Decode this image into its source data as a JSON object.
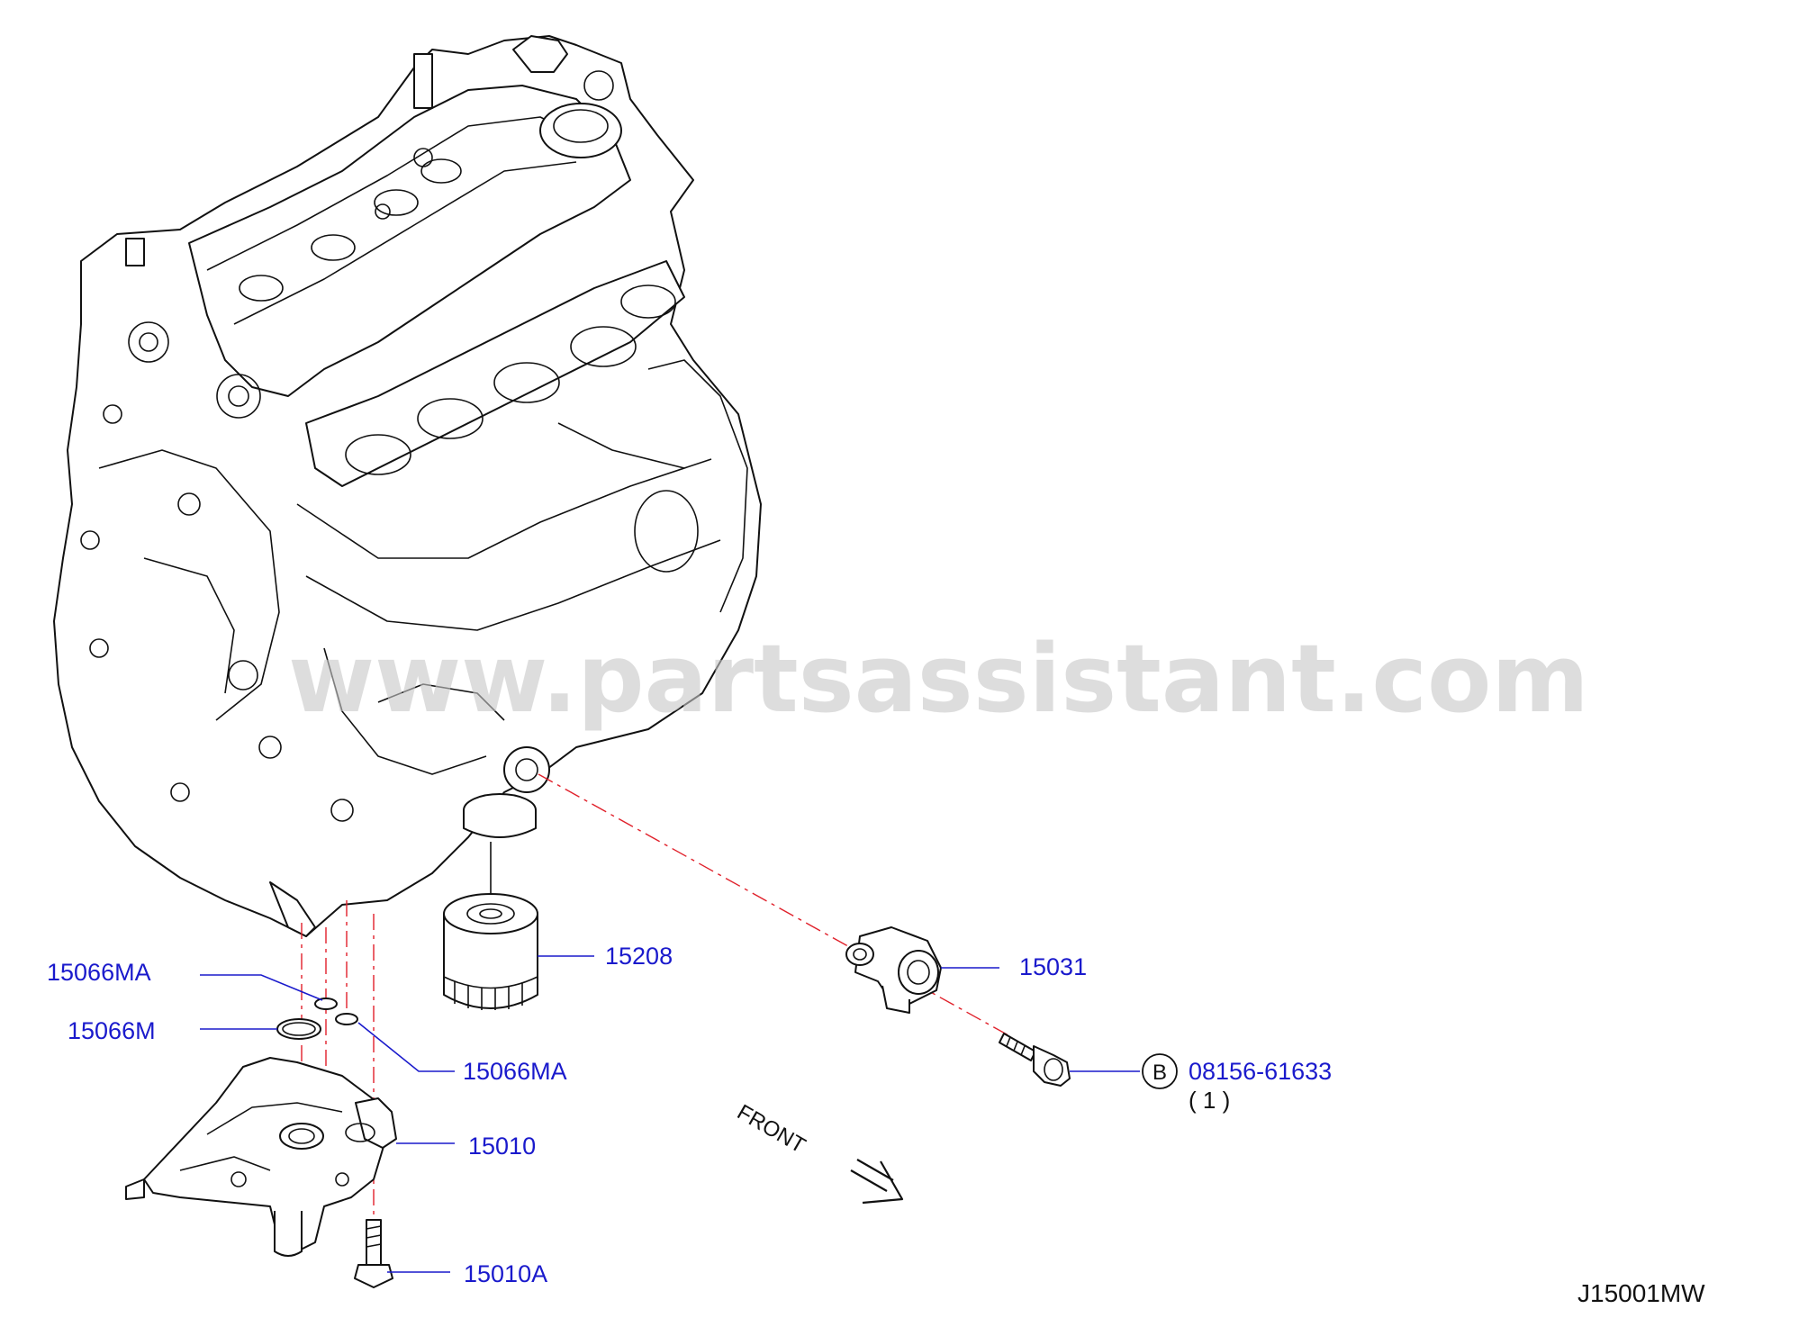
{
  "diagram": {
    "watermark": "www.partsassistant.com",
    "code": "J15001MW",
    "direction_label": "FRONT",
    "parts": {
      "p15066MA_top": "15066MA",
      "p15066M": "15066M",
      "p15066MA_bottom": "15066MA",
      "p15010": "15010",
      "p15010A": "15010A",
      "p15208": "15208",
      "p15031": "15031",
      "bolt_ref": "08156-61633",
      "bolt_qty": "( 1 )",
      "bolt_marker": "B"
    }
  }
}
